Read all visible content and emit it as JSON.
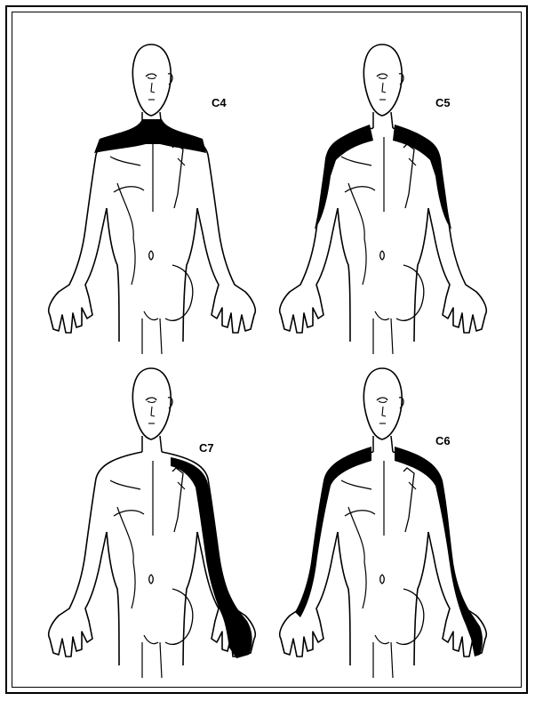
{
  "figures": [
    {
      "label": "C4",
      "region": "neck-shoulders"
    },
    {
      "label": "C5",
      "region": "shoulders-upper-arms"
    },
    {
      "label": "C7",
      "region": "left-arm-posterior"
    },
    {
      "label": "C6",
      "region": "neck-arms-radial"
    }
  ],
  "colors": {
    "outline": "#000000",
    "shade": "#000000",
    "background": "#ffffff"
  }
}
